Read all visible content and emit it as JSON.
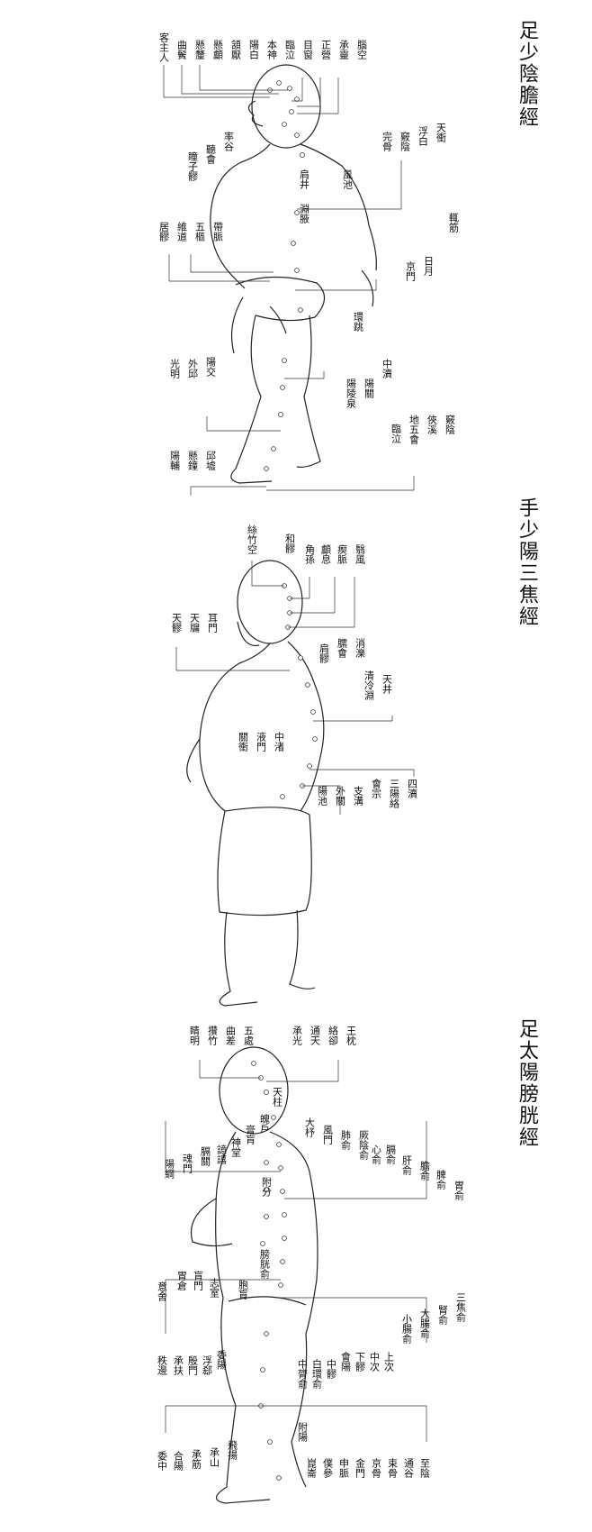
{
  "titles": {
    "p1": "足少陰膽經",
    "p2": "手少陽三焦經",
    "p3": "足太陽膀胱經"
  },
  "panel1": {
    "labels": [
      "客主人",
      "曲鬢",
      "懸釐",
      "懸顱",
      "頷厭",
      "陽白",
      "本神",
      "臨泣",
      "目窗",
      "正營",
      "承靈",
      "腦空",
      "天衝",
      "浮白",
      "竅陰",
      "完骨",
      "風池",
      "肩井",
      "淵腋",
      "瞳子髎",
      "聽會",
      "率谷",
      "居髎",
      "維道",
      "五樞",
      "帶脈",
      "輒筋",
      "日月",
      "京門",
      "環跳",
      "中瀆",
      "陽關",
      "陽陵泉",
      "光明",
      "外邱",
      "陽交",
      "陽輔",
      "懸鐘",
      "邱墟",
      "竅陰",
      "俠溪",
      "地五會",
      "臨泣"
    ]
  },
  "panel2": {
    "labels": [
      "絲竹空",
      "和髎",
      "角孫",
      "顱息",
      "瘈脈",
      "翳風",
      "耳門",
      "天牖",
      "天髎",
      "肩髎",
      "臑會",
      "消濼",
      "清冷淵",
      "天井",
      "中渚",
      "液門",
      "關衝",
      "四瀆",
      "三陽絡",
      "會宗",
      "支溝",
      "外關",
      "陽池"
    ]
  },
  "panel3": {
    "labels": [
      "王枕",
      "絡卻",
      "通天",
      "承光",
      "五處",
      "曲差",
      "攢竹",
      "睛明",
      "天柱",
      "大杼",
      "風門",
      "肺俞",
      "厥陰俞",
      "心俞",
      "膈俞",
      "肝俞",
      "膽俞",
      "脾俞",
      "胃俞",
      "魄戶",
      "膏肓",
      "神堂",
      "譩譆",
      "膈關",
      "魂門",
      "陽綱",
      "附分",
      "膀胱俞",
      "胞肓",
      "志室",
      "肓門",
      "胃倉",
      "意舍",
      "三焦俞",
      "腎俞",
      "大腸俞",
      "小腸俞",
      "上次",
      "中次",
      "下髎",
      "會陽",
      "中髎",
      "白環俞",
      "中膂俞",
      "委陽",
      "浮郄",
      "殷門",
      "承扶",
      "秩邊",
      "附陽",
      "委中",
      "合陽",
      "承筋",
      "承山",
      "飛揚",
      "崑崙",
      "僕參",
      "申脈",
      "金門",
      "京骨",
      "束骨",
      "通谷",
      "至陰"
    ]
  }
}
